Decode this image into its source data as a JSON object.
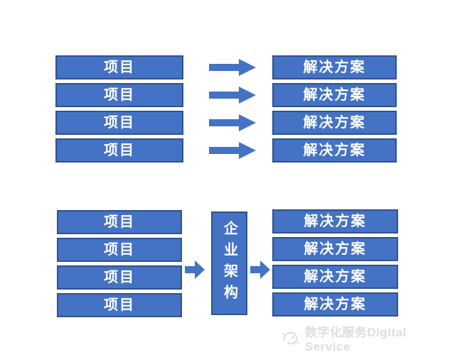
{
  "colors": {
    "box_fill": "#4472C4",
    "box_border": "#2F528F",
    "arrow_fill": "#4472C4",
    "watermark_color": "#DEDEDE"
  },
  "top_flow": {
    "projects": [
      "项目",
      "项目",
      "项目",
      "项目"
    ],
    "solutions": [
      "解决方案",
      "解决方案",
      "解决方案",
      "解决方案"
    ]
  },
  "bottom_flow": {
    "projects": [
      "项目",
      "项目",
      "项目",
      "项目"
    ],
    "center_label": "企业架构",
    "solutions": [
      "解决方案",
      "解决方案",
      "解决方案",
      "解决方案"
    ]
  },
  "watermark": {
    "logo_icon": "digital-service-swirl-logo",
    "text": "数字化服务Digital Service"
  }
}
